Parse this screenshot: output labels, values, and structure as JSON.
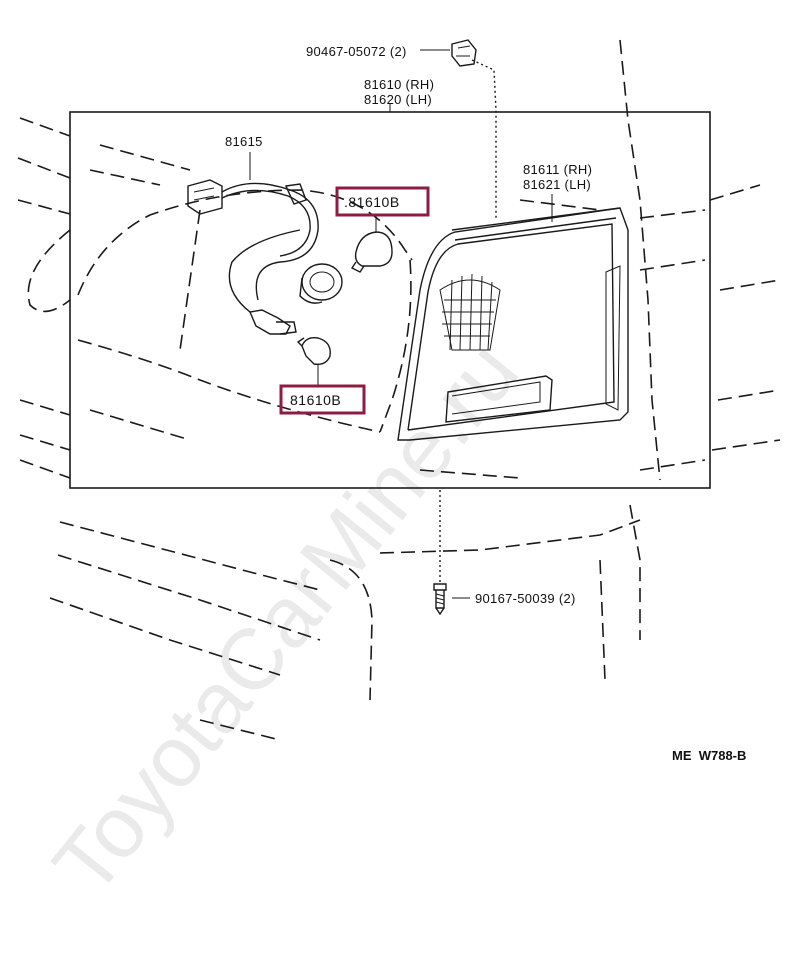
{
  "parts": {
    "clip": "90467-05072 (2)",
    "lamp_assy_rh": "81610 (RH)",
    "lamp_assy_lh": "81620 (LH)",
    "socket_wire": "81615",
    "bulb_large": ".81610B",
    "bulb_small": "81610B",
    "lens_rh": "81611 (RH)",
    "lens_lh": "81621 (LH)",
    "screw": "90167-50039 (2)"
  },
  "diagram_code": "ME  W788-B",
  "watermark": "ToyotaCarMine.ru",
  "colors": {
    "highlight": "#8c1d40",
    "line": "#1a1a1a",
    "watermark": "#d9d9d9"
  }
}
